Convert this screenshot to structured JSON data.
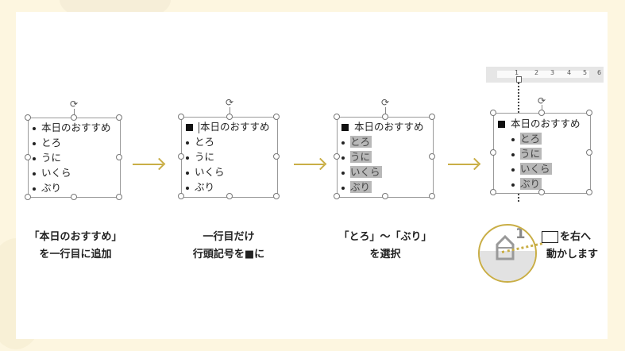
{
  "colors": {
    "accent_gold": "#c9ae46",
    "selection_grey": "#b8b8b8",
    "background_cream": "#fdf6e0",
    "card_white": "#ffffff"
  },
  "steps": [
    {
      "lines": [
        {
          "bullet": "dot",
          "text": "本日のおすすめ"
        },
        {
          "bullet": "dot",
          "text": "とろ"
        },
        {
          "bullet": "dot",
          "text": "うに"
        },
        {
          "bullet": "dot",
          "text": "いくら"
        },
        {
          "bullet": "dot",
          "text": "ぶり"
        }
      ],
      "caption_line1": "「本日のおすすめ」",
      "caption_line2": "を一行目に追加"
    },
    {
      "lines": [
        {
          "bullet": "square",
          "text": "本日のおすすめ"
        },
        {
          "bullet": "dot",
          "text": "とろ"
        },
        {
          "bullet": "dot",
          "text": "うに"
        },
        {
          "bullet": "dot",
          "text": "いくら"
        },
        {
          "bullet": "dot",
          "text": "ぶり"
        }
      ],
      "caption_line1": "一行目だけ",
      "caption_line2": "行頭記号を■に"
    },
    {
      "lines": [
        {
          "bullet": "square",
          "text": "本日のおすすめ"
        },
        {
          "bullet": "dot",
          "text": "とろ"
        },
        {
          "bullet": "dot",
          "text": "うに"
        },
        {
          "bullet": "dot",
          "text": "いくら"
        },
        {
          "bullet": "dot",
          "text": "ぶり"
        }
      ],
      "caption_line1": "「とろ」～「ぶり」",
      "caption_line2": "を選択"
    },
    {
      "lines": [
        {
          "bullet": "square",
          "text": "本日のおすすめ"
        },
        {
          "bullet": "dot",
          "text": "とろ"
        },
        {
          "bullet": "dot",
          "text": "うに"
        },
        {
          "bullet": "dot",
          "text": "いくら"
        },
        {
          "bullet": "dot",
          "text": "ぶり"
        }
      ],
      "caption_line1": "を右へ",
      "caption_line2": "動かします"
    }
  ],
  "ruler": {
    "numbers": [
      "1",
      "2",
      "3",
      "4",
      "5",
      "6"
    ],
    "left_marker": "1"
  },
  "magnifier": {
    "number": "1"
  },
  "icons": {
    "rotate": "⟳"
  }
}
